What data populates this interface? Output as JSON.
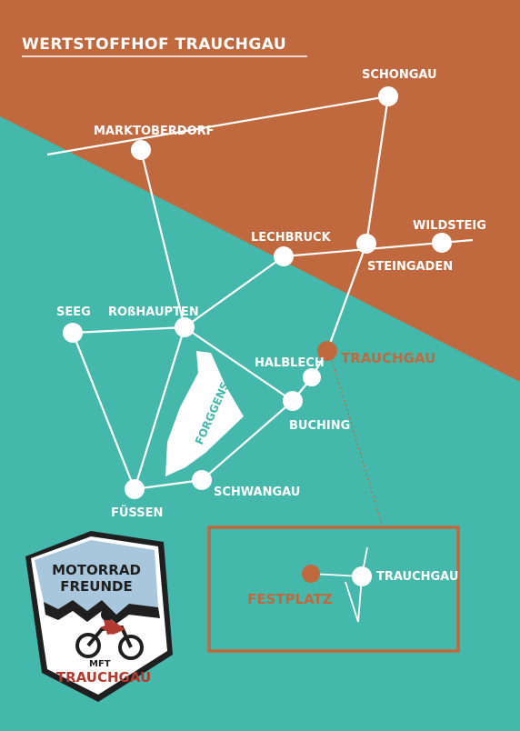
{
  "title": "WERTSTOFFHOF TRAUCHGAU",
  "colors": {
    "teal": "#45b8ac",
    "orange": "#c0693f",
    "white": "#ffffff",
    "logo_blue": "#a9c7dc",
    "logo_red": "#b33a2f"
  },
  "places": {
    "schongau": "SCHONGAU",
    "marktoberdorf": "MARKTOBERDORF",
    "lechbruck": "LECHBRUCK",
    "wildsteig": "WILDSTEIG",
    "steingaden": "STEINGADEN",
    "seeg": "SEEG",
    "rosshaupten": "ROßHAUPTEN",
    "halblech": "HALBLECH",
    "trauchgau": "TRAUCHGAU",
    "buching": "BUCHING",
    "schwangau": "SCHWANGAU",
    "fuessen": "FÜSSEN",
    "lake": "FORGGENSEE"
  },
  "inset": {
    "festplatz": "FESTPLATZ",
    "trauchgau": "TRAUCHGAU"
  },
  "logo": {
    "line1": "MOTORRAD",
    "line2": "FREUNDE",
    "abbr": "MFT",
    "town": "TRAUCHGAU"
  }
}
